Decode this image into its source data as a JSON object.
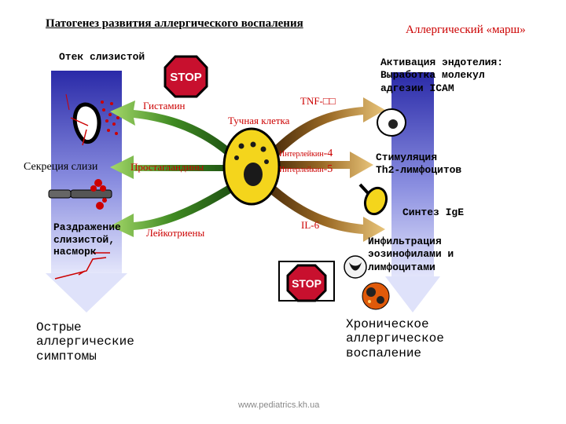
{
  "title": "Патогенез развития аллергического воспаления",
  "subtitle": "Аллергический «марш»",
  "left": {
    "edema": "Отек слизистой",
    "mucus": "Секреция слизи",
    "irritation": [
      "Раздражение",
      "слизистой,",
      "насморк"
    ],
    "acute": [
      "Острые",
      "аллергические",
      "симптомы"
    ]
  },
  "right": {
    "endothelium": [
      "Активация эндотелия:",
      "Выработка молекул",
      "адгезии ICAM"
    ],
    "th2": [
      "Стимуляция",
      "Th2-лимфоцитов"
    ],
    "ige": "Синтез IgE",
    "infiltration": [
      "Инфильтрация",
      "эозинофилами и",
      "лимфоцитами"
    ],
    "chronic": [
      "Хроническое",
      "аллергическое",
      "воспаление"
    ]
  },
  "center": {
    "histamine": "Гистамин",
    "tnf": "TNF-□□",
    "mast_cell": "Тучная клетка",
    "interleukin4_word": "Интерлейкин",
    "interleukin4_num": "-4",
    "interleukin5_word": "Интерлейкин",
    "interleukin5_num": "-5",
    "prostaglandins": "Простагландины",
    "il6": "IL-6",
    "leukotrienes": "Лейкотриены"
  },
  "stop_signs": [
    "STOP",
    "STOP"
  ],
  "footer": "www.pediatrics.kh.ua",
  "colors": {
    "arrow_green_dark": "#1f5a14",
    "arrow_green_light": "#7fbf3f",
    "arrow_brown_dark": "#5a3a10",
    "arrow_brown_light": "#d8a850",
    "vertical_arrow_top": "#2a2aa8",
    "vertical_arrow_bottom": "#d8dcf8",
    "stop_red": "#c8102e"
  }
}
